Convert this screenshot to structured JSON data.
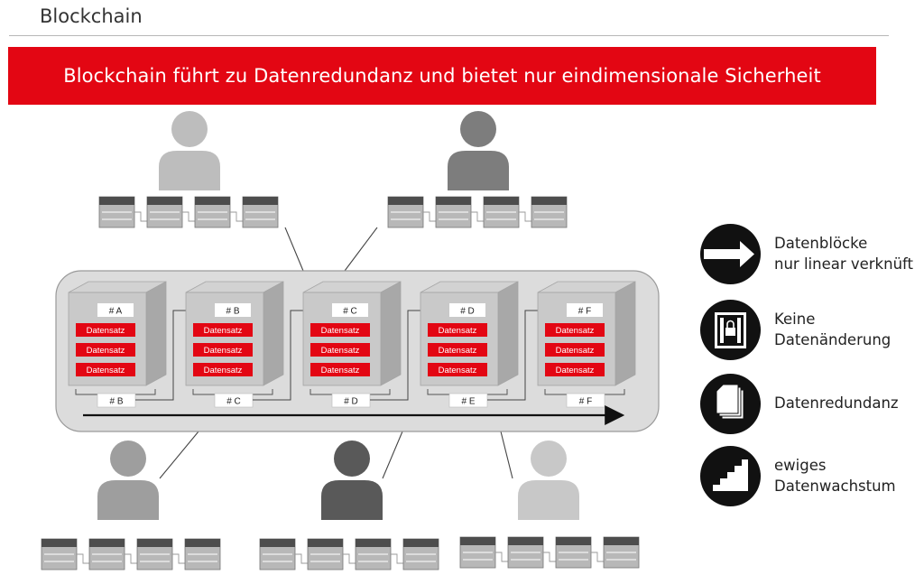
{
  "header": {
    "title": "Blockchain"
  },
  "banner": {
    "text": "Blockchain führt zu Datenredundanz und bietet nur eindimensionale Sicherheit"
  },
  "chain": {
    "blocks": [
      {
        "id": "# A",
        "records": [
          "Datensatz",
          "Datensatz",
          "Datensatz"
        ],
        "next_hash": "# B"
      },
      {
        "id": "# B",
        "records": [
          "Datensatz",
          "Datensatz",
          "Datensatz"
        ],
        "next_hash": "# C"
      },
      {
        "id": "# C",
        "records": [
          "Datensatz",
          "Datensatz",
          "Datensatz"
        ],
        "next_hash": "# D"
      },
      {
        "id": "# D",
        "records": [
          "Datensatz",
          "Datensatz",
          "Datensatz"
        ],
        "next_hash": "# E"
      },
      {
        "id": "# F",
        "records": [
          "Datensatz",
          "Datensatz",
          "Datensatz"
        ],
        "next_hash": "# F"
      }
    ]
  },
  "participants": [
    {
      "position": "top-left",
      "shade": "#bdbdbd"
    },
    {
      "position": "top-right",
      "shade": "#7d7d7d"
    },
    {
      "position": "bottom-left",
      "shade": "#9e9e9e"
    },
    {
      "position": "bottom-center",
      "shade": "#595959"
    },
    {
      "position": "bottom-right",
      "shade": "#c8c8c8"
    }
  ],
  "legend": [
    {
      "icon": "arrow-icon",
      "label": "Datenblöcke\nnur linear verknüft"
    },
    {
      "icon": "lock-icon",
      "label": "Keine\nDatenänderung"
    },
    {
      "icon": "documents-icon",
      "label": "Datenredundanz"
    },
    {
      "icon": "stairs-icon",
      "label": "ewiges\nDatenwachstum"
    }
  ],
  "colors": {
    "accent": "#e30613",
    "container": "#dcdcdc",
    "ledger_dark": "#4d4d4d",
    "ledger_light": "#b8b8b8",
    "icon_background": "#111111"
  }
}
